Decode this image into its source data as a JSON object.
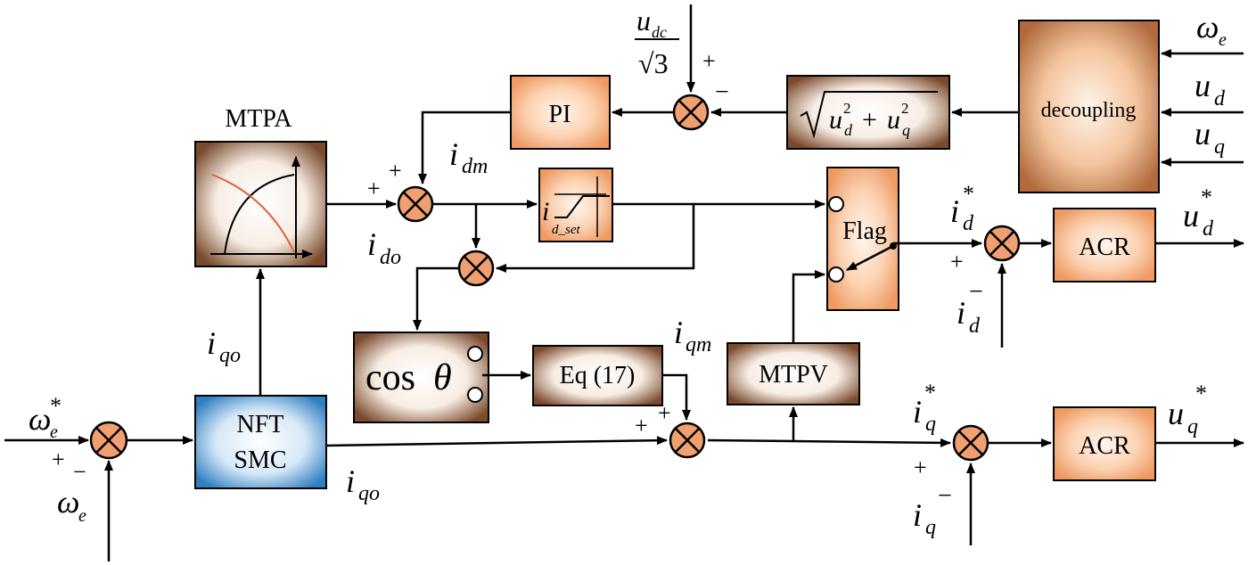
{
  "blocks": {
    "pi": "PI",
    "decoupling": "decoupling",
    "mtpa": "MTPA",
    "flag": "Flag",
    "cos_main": "cos",
    "cos_theta": "θ",
    "eq17": "Eq (17)",
    "mtpv": "MTPV",
    "smc_line1": "NFT",
    "smc_line2": "SMC",
    "acr_d": "ACR",
    "acr_q": "ACR",
    "id_set_main": "i",
    "id_set_sub": "d_set"
  },
  "signals": {
    "omega": "ω",
    "e": "e",
    "star": "*",
    "i": "i",
    "u": "u",
    "d": "d",
    "q": "q",
    "dm": "dm",
    "do": "do",
    "qo": "qo",
    "qm": "qm",
    "dc": "dc",
    "sqrt3": "√3",
    "plus": "+",
    "minus": "−",
    "sqrt_radical": "√",
    "sq": "2",
    "add": "+"
  },
  "colors": {
    "block_orange": "#f4a272",
    "block_brown": "#8a5a3a",
    "block_blue": "#2f7fc2",
    "summer_fill": "#f0a070",
    "curve_red": "#e0603a"
  }
}
